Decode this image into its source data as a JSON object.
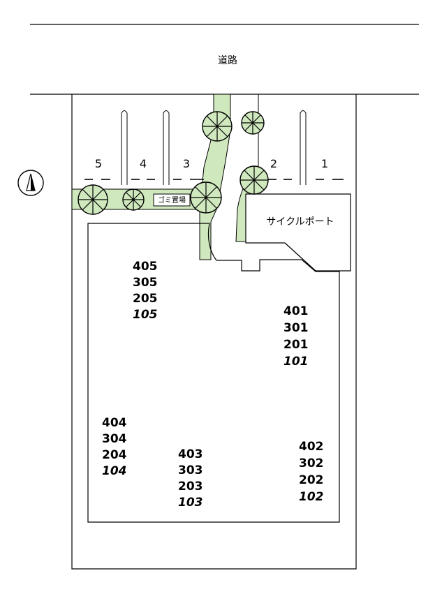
{
  "road": {
    "label": "道路"
  },
  "parking": {
    "spaces": [
      "5",
      "4",
      "3",
      "2",
      "1"
    ]
  },
  "garbage": {
    "label": "ゴミ置場"
  },
  "cycle_port": {
    "label": "サイクルポート"
  },
  "units": {
    "group_05": [
      "405",
      "305",
      "205",
      "105"
    ],
    "group_01": [
      "401",
      "301",
      "201",
      "101"
    ],
    "group_04": [
      "404",
      "304",
      "204",
      "104"
    ],
    "group_03": [
      "403",
      "303",
      "203",
      "103"
    ],
    "group_02": [
      "402",
      "302",
      "202",
      "102"
    ]
  },
  "compass": {
    "icon": "north-compass-icon"
  },
  "colors": {
    "greenery": "#cfe8bd",
    "tree_stroke": "#000000",
    "line": "#000000"
  }
}
